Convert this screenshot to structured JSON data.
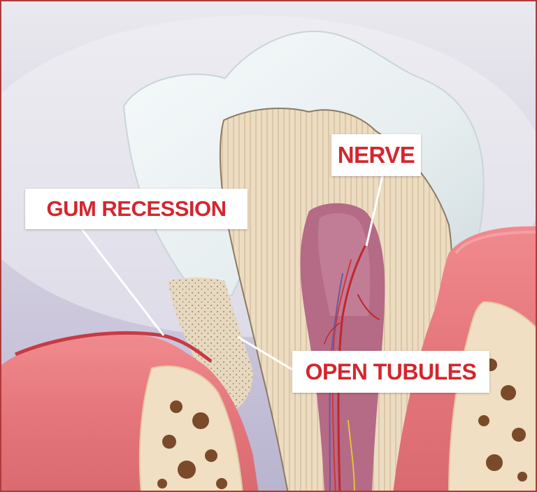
{
  "labels": {
    "nerve": "NERVE",
    "gum_recession": "GUM RECESSION",
    "open_tubules": "OPEN TUBULES"
  },
  "colors": {
    "label_text": "#d4262e",
    "label_background": "#ffffff",
    "frame_border": "#b03a3a",
    "enamel": "#eef3f4",
    "dentin": "#e9dcc4",
    "pulp": "#b56a86",
    "gum": "#e6777d",
    "bone": "#f0dfc2"
  }
}
